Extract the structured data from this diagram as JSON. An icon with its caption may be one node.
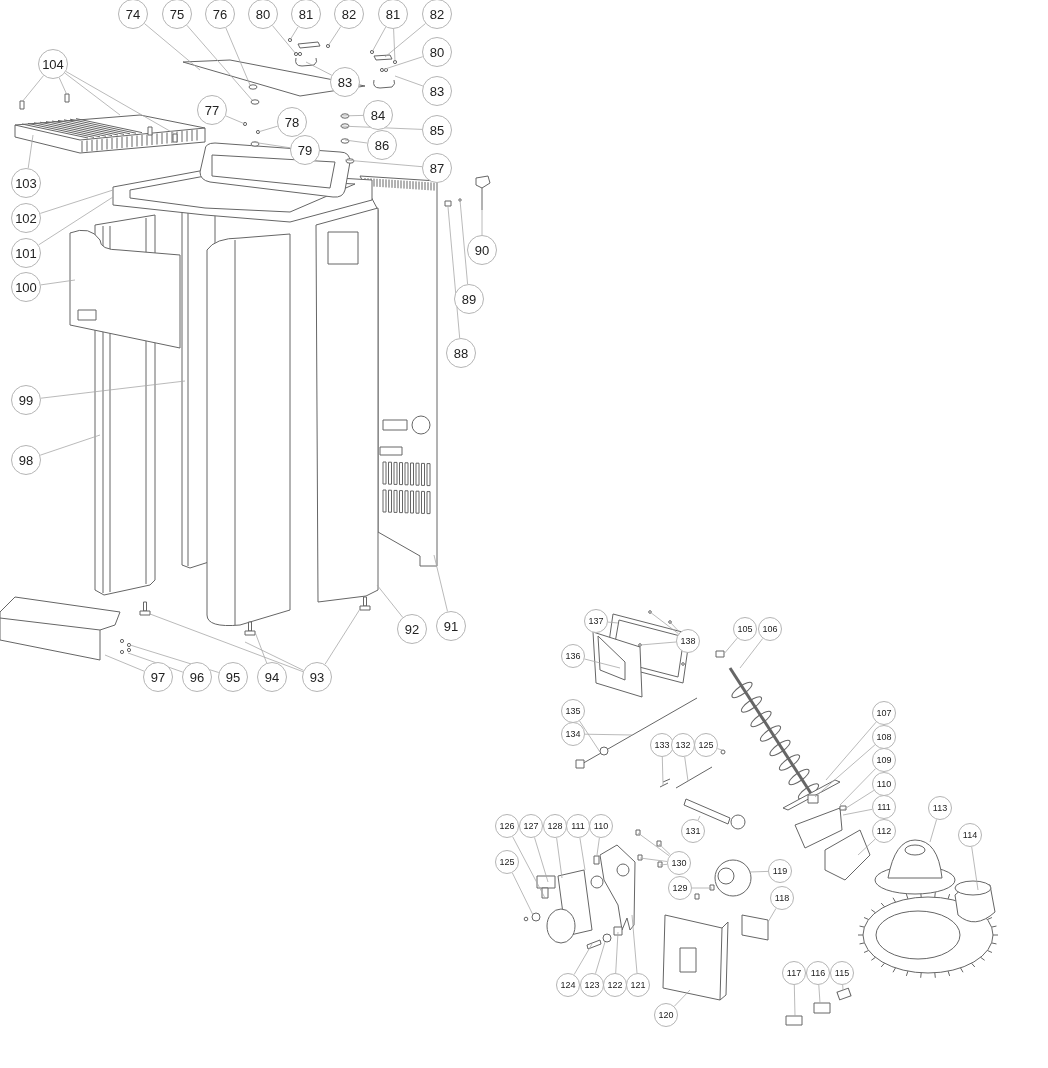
{
  "diagram": {
    "nodes": [
      {
        "text": [
          "74"
        ]
      },
      {
        "text": [
          "75"
        ]
      },
      {
        "text": [
          "76"
        ]
      },
      {
        "text": [
          "80"
        ]
      },
      {
        "text": [
          "81"
        ]
      },
      {
        "text": [
          "82"
        ]
      },
      {
        "text": [
          "81"
        ]
      },
      {
        "text": [
          "82"
        ]
      },
      {
        "text": [
          "80"
        ]
      },
      {
        "text": [
          "83"
        ]
      },
      {
        "text": [
          "83"
        ]
      },
      {
        "text": [
          "104"
        ]
      },
      {
        "text": [
          "77"
        ]
      },
      {
        "text": [
          "78"
        ]
      },
      {
        "text": [
          "79"
        ]
      },
      {
        "text": [
          "84"
        ]
      },
      {
        "text": [
          "85"
        ]
      },
      {
        "text": [
          "86"
        ]
      },
      {
        "text": [
          "87"
        ]
      },
      {
        "text": [
          "103"
        ]
      },
      {
        "text": [
          "102"
        ]
      },
      {
        "text": [
          "101"
        ]
      },
      {
        "text": [
          "100"
        ]
      },
      {
        "text": [
          "90"
        ]
      },
      {
        "text": [
          "89"
        ]
      },
      {
        "text": [
          "88"
        ]
      },
      {
        "text": [
          "99"
        ]
      },
      {
        "text": [
          "98"
        ]
      },
      {
        "text": [
          "92"
        ]
      },
      {
        "text": [
          "91"
        ]
      },
      {
        "text": [
          "97"
        ]
      },
      {
        "text": [
          "96"
        ]
      },
      {
        "text": [
          "95"
        ]
      },
      {
        "text": [
          "94"
        ]
      },
      {
        "text": [
          "93"
        ]
      },
      {
        "text": [
          "137"
        ]
      },
      {
        "text": [
          "138"
        ]
      },
      {
        "text": [
          "136"
        ]
      },
      {
        "text": [
          "105"
        ]
      },
      {
        "text": [
          "106"
        ]
      },
      {
        "text": [
          "135"
        ]
      },
      {
        "text": [
          "134"
        ]
      },
      {
        "text": [
          "133"
        ]
      },
      {
        "text": [
          "132"
        ]
      },
      {
        "text": [
          "125"
        ]
      },
      {
        "text": [
          "107"
        ]
      },
      {
        "text": [
          "108"
        ]
      },
      {
        "text": [
          "109"
        ]
      },
      {
        "text": [
          "110"
        ]
      },
      {
        "text": [
          "111"
        ]
      },
      {
        "text": [
          "112"
        ]
      },
      {
        "text": [
          "113"
        ]
      },
      {
        "text": [
          "114"
        ]
      },
      {
        "text": [
          "131"
        ]
      },
      {
        "text": [
          "126"
        ]
      },
      {
        "text": [
          "127"
        ]
      },
      {
        "text": [
          "128"
        ]
      },
      {
        "text": [
          "111"
        ]
      },
      {
        "text": [
          "110"
        ]
      },
      {
        "text": [
          "125"
        ]
      },
      {
        "text": [
          "130"
        ]
      },
      {
        "text": [
          "129"
        ]
      },
      {
        "text": [
          "119"
        ]
      },
      {
        "text": [
          "118"
        ]
      },
      {
        "text": [
          "124"
        ]
      },
      {
        "text": [
          "123"
        ]
      },
      {
        "text": [
          "122"
        ]
      },
      {
        "text": [
          "121"
        ]
      },
      {
        "text": [
          "120"
        ]
      },
      {
        "text": [
          "117"
        ]
      },
      {
        "text": [
          "116"
        ]
      },
      {
        "text": [
          "115"
        ]
      }
    ],
    "edges": [
      {
        "from": 0,
        "to": null,
        "arrow": "none"
      },
      {
        "from": 1,
        "to": null,
        "arrow": "none"
      },
      {
        "from": 2,
        "to": null,
        "arrow": "none"
      },
      {
        "from": 3,
        "to": null,
        "arrow": "none"
      },
      {
        "from": 4,
        "to": null,
        "arrow": "none"
      },
      {
        "from": 5,
        "to": null,
        "arrow": "none"
      },
      {
        "from": 6,
        "to": null,
        "arrow": "none"
      },
      {
        "from": 6,
        "to": null,
        "arrow": "none"
      },
      {
        "from": 7,
        "to": null,
        "arrow": "none"
      },
      {
        "from": 8,
        "to": null,
        "arrow": "none"
      },
      {
        "from": 9,
        "to": null,
        "arrow": "none"
      },
      {
        "from": 10,
        "to": null,
        "arrow": "none"
      },
      {
        "from": 11,
        "to": null,
        "arrow": "none"
      },
      {
        "from": 11,
        "to": null,
        "arrow": "none"
      },
      {
        "from": 11,
        "to": null,
        "arrow": "none"
      },
      {
        "from": 11,
        "to": null,
        "arrow": "none"
      },
      {
        "from": 12,
        "to": null,
        "arrow": "none"
      },
      {
        "from": 13,
        "to": null,
        "arrow": "none"
      },
      {
        "from": 14,
        "to": null,
        "arrow": "none"
      },
      {
        "from": 15,
        "to": null,
        "arrow": "none"
      },
      {
        "from": 16,
        "to": null,
        "arrow": "none"
      },
      {
        "from": 17,
        "to": null,
        "arrow": "none"
      },
      {
        "from": 18,
        "to": null,
        "arrow": "none"
      },
      {
        "from": 19,
        "to": null,
        "arrow": "none"
      },
      {
        "from": 20,
        "to": null,
        "arrow": "none"
      },
      {
        "from": 21,
        "to": null,
        "arrow": "none"
      },
      {
        "from": 22,
        "to": null,
        "arrow": "none"
      },
      {
        "from": 23,
        "to": null,
        "arrow": "none"
      },
      {
        "from": 24,
        "to": null,
        "arrow": "none"
      },
      {
        "from": 25,
        "to": null,
        "arrow": "none"
      },
      {
        "from": 26,
        "to": null,
        "arrow": "none"
      },
      {
        "from": 27,
        "to": null,
        "arrow": "none"
      },
      {
        "from": 28,
        "to": null,
        "arrow": "none"
      },
      {
        "from": 29,
        "to": null,
        "arrow": "none"
      },
      {
        "from": 30,
        "to": null,
        "arrow": "none"
      },
      {
        "from": 31,
        "to": null,
        "arrow": "none"
      },
      {
        "from": 32,
        "to": null,
        "arrow": "none"
      },
      {
        "from": 33,
        "to": null,
        "arrow": "none"
      },
      {
        "from": 34,
        "to": null,
        "arrow": "none"
      },
      {
        "from": 34,
        "to": null,
        "arrow": "none"
      },
      {
        "from": 34,
        "to": null,
        "arrow": "none"
      },
      {
        "from": 35,
        "to": null,
        "arrow": "none"
      },
      {
        "from": 36,
        "to": null,
        "arrow": "none"
      },
      {
        "from": 36,
        "to": null,
        "arrow": "none"
      },
      {
        "from": 36,
        "to": null,
        "arrow": "none"
      },
      {
        "from": 37,
        "to": null,
        "arrow": "none"
      },
      {
        "from": 38,
        "to": null,
        "arrow": "none"
      },
      {
        "from": 39,
        "to": null,
        "arrow": "none"
      },
      {
        "from": 40,
        "to": null,
        "arrow": "none"
      },
      {
        "from": 41,
        "to": null,
        "arrow": "none"
      },
      {
        "from": 42,
        "to": null,
        "arrow": "none"
      },
      {
        "from": 43,
        "to": null,
        "arrow": "none"
      },
      {
        "from": 44,
        "to": null,
        "arrow": "none"
      },
      {
        "from": 45,
        "to": null,
        "arrow": "none"
      },
      {
        "from": 46,
        "to": null,
        "arrow": "none"
      },
      {
        "from": 47,
        "to": null,
        "arrow": "none"
      },
      {
        "from": 48,
        "to": null,
        "arrow": "none"
      },
      {
        "from": 49,
        "to": null,
        "arrow": "none"
      },
      {
        "from": 50,
        "to": null,
        "arrow": "none"
      },
      {
        "from": 51,
        "to": null,
        "arrow": "none"
      },
      {
        "from": 52,
        "to": null,
        "arrow": "none"
      },
      {
        "from": 53,
        "to": null,
        "arrow": "none"
      },
      {
        "from": 54,
        "to": null,
        "arrow": "none"
      },
      {
        "from": 55,
        "to": null,
        "arrow": "none"
      },
      {
        "from": 56,
        "to": null,
        "arrow": "none"
      },
      {
        "from": 57,
        "to": null,
        "arrow": "none"
      },
      {
        "from": 58,
        "to": null,
        "arrow": "none"
      },
      {
        "from": 59,
        "to": null,
        "arrow": "none"
      },
      {
        "from": 60,
        "to": null,
        "arrow": "none"
      },
      {
        "from": 60,
        "to": null,
        "arrow": "none"
      },
      {
        "from": 60,
        "to": null,
        "arrow": "none"
      },
      {
        "from": 60,
        "to": null,
        "arrow": "none"
      },
      {
        "from": 61,
        "to": null,
        "arrow": "none"
      },
      {
        "from": 62,
        "to": null,
        "arrow": "none"
      },
      {
        "from": 63,
        "to": null,
        "arrow": "none"
      },
      {
        "from": 64,
        "to": null,
        "arrow": "none"
      },
      {
        "from": 65,
        "to": null,
        "arrow": "none"
      },
      {
        "from": 66,
        "to": null,
        "arrow": "none"
      },
      {
        "from": 67,
        "to": null,
        "arrow": "none"
      },
      {
        "from": 68,
        "to": null,
        "arrow": "none"
      },
      {
        "from": 69,
        "to": null,
        "arrow": "none"
      },
      {
        "from": 70,
        "to": null,
        "arrow": "none"
      },
      {
        "from": 71,
        "to": null,
        "arrow": "none"
      }
    ]
  }
}
